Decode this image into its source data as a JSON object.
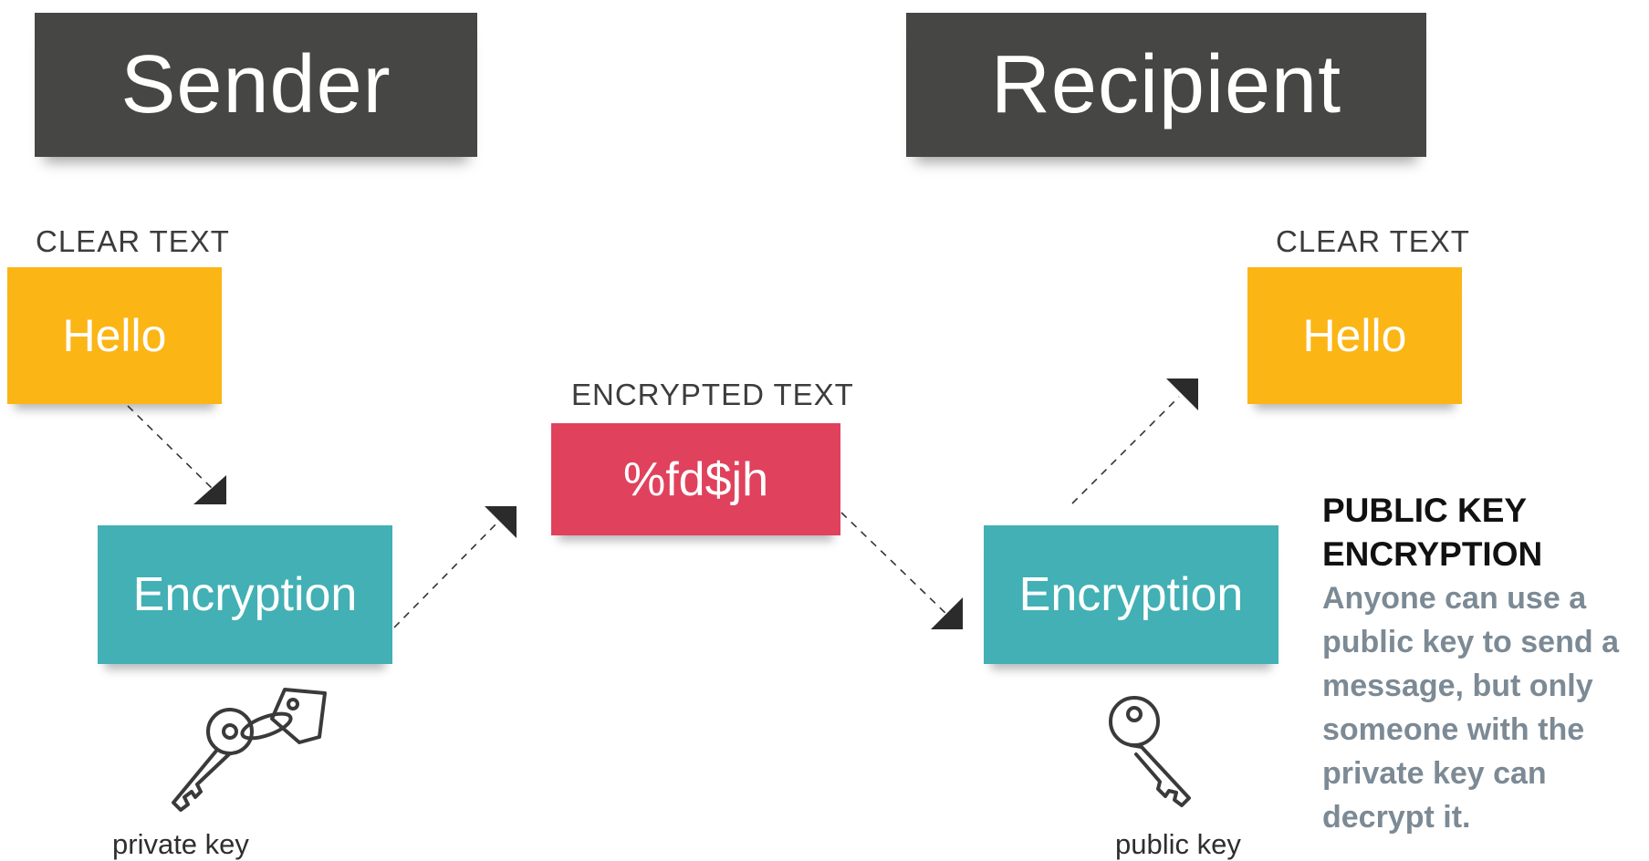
{
  "sender": {
    "title": "Sender",
    "clear_label": "CLEAR TEXT",
    "clear_value": "Hello",
    "process_label": "Encryption",
    "key_caption": "private key"
  },
  "middle": {
    "encrypted_label": "ENCRYPTED TEXT",
    "encrypted_value": "%fd$jh"
  },
  "recipient": {
    "title": "Recipient",
    "clear_label": "CLEAR TEXT",
    "clear_value": "Hello",
    "process_label": "Encryption",
    "key_caption": "public key"
  },
  "info": {
    "title": "PUBLIC KEY ENCRYPTION",
    "body": "Anyone can use a public key to send a message, but only someone with the private key can decrypt it."
  },
  "colors": {
    "header_bg": "#464744",
    "clear_box": "#fbb515",
    "encrypted_box": "#e0415c",
    "process_box": "#42b0b4",
    "info_body": "#7c8a95"
  },
  "icons": {
    "sender_key": "key-with-tag-icon",
    "recipient_key": "key-icon"
  }
}
